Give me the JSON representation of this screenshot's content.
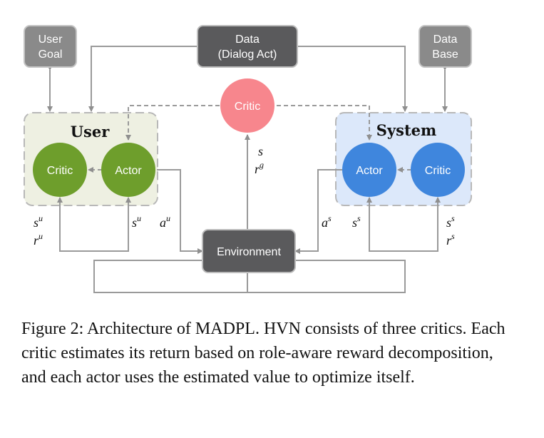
{
  "nodes": {
    "user_goal": [
      "User",
      "Goal"
    ],
    "data_dialog_act": [
      "Data",
      "(Dialog Act)"
    ],
    "data_base": [
      "Data",
      "Base"
    ],
    "central_critic": "Critic",
    "environment": "Environment",
    "user_group_title": "User",
    "user_critic": "Critic",
    "user_actor": "Actor",
    "system_group_title": "System",
    "system_actor": "Actor",
    "system_critic": "Critic"
  },
  "labels": {
    "center": {
      "s": "s",
      "r": "r",
      "r_sup": "g"
    },
    "user_left": {
      "s": "s",
      "s_sup": "u",
      "r": "r",
      "r_sup": "u"
    },
    "user_mid": {
      "s": "s",
      "s_sup": "u"
    },
    "user_action": {
      "a": "a",
      "a_sup": "u"
    },
    "system_action": {
      "a": "a",
      "a_sup": "s"
    },
    "system_mid": {
      "s": "s",
      "s_sup": "s"
    },
    "system_right": {
      "s": "s",
      "s_sup": "s",
      "r": "r",
      "r_sup": "s"
    }
  },
  "colors": {
    "dark_box": "#5a5a5c",
    "gray_box": "#8a8a8a",
    "green_circle": "#6e9e2c",
    "blue_circle": "#3f86dd",
    "pink_circle": "#f7868d",
    "user_panel": "#eef0e2",
    "system_panel": "#dce8fa",
    "line": "#9a9a9a"
  },
  "caption": "Figure 2: Architecture of MADPL. HVN consists of three critics. Each critic estimates its return based on role-aware reward decomposition, and each actor uses the estimated value to optimize itself."
}
